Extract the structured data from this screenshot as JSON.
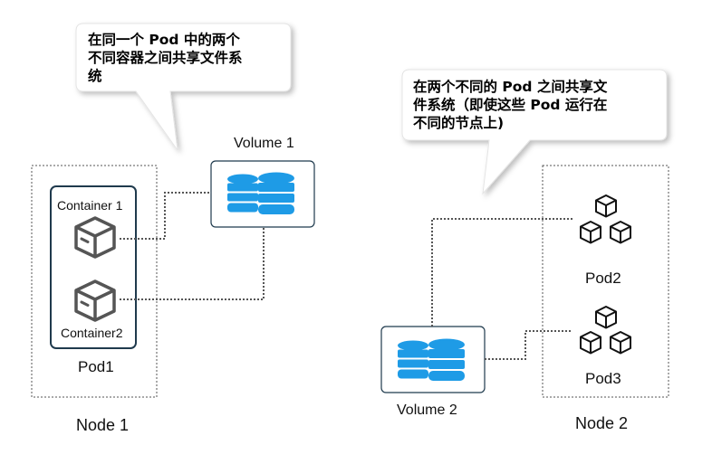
{
  "callout_left": {
    "lines": [
      "在同一个 Pod 中的两个",
      "不同容器之间共享文件系",
      "统"
    ]
  },
  "callout_right": {
    "line1": "在两个不同的 Pod 之间共享文",
    "line2_bold": "件系统",
    "line2_normal": "（即使这些 Pod 运行在",
    "line3": "不同的节点上)"
  },
  "node1": {
    "label": "Node 1",
    "pod_label": "Pod1",
    "container1_label": "Container 1",
    "container2_label": "Container2",
    "volume_label": "Volume 1"
  },
  "node2": {
    "label": "Node 2",
    "pod2_label": "Pod2",
    "pod3_label": "Pod3",
    "volume_label": "Volume 2"
  },
  "colors": {
    "volume_blue": "#1E9BE6",
    "box_border": "#1f3a4d",
    "icon_gray": "#555555",
    "dotted": "#555555"
  }
}
